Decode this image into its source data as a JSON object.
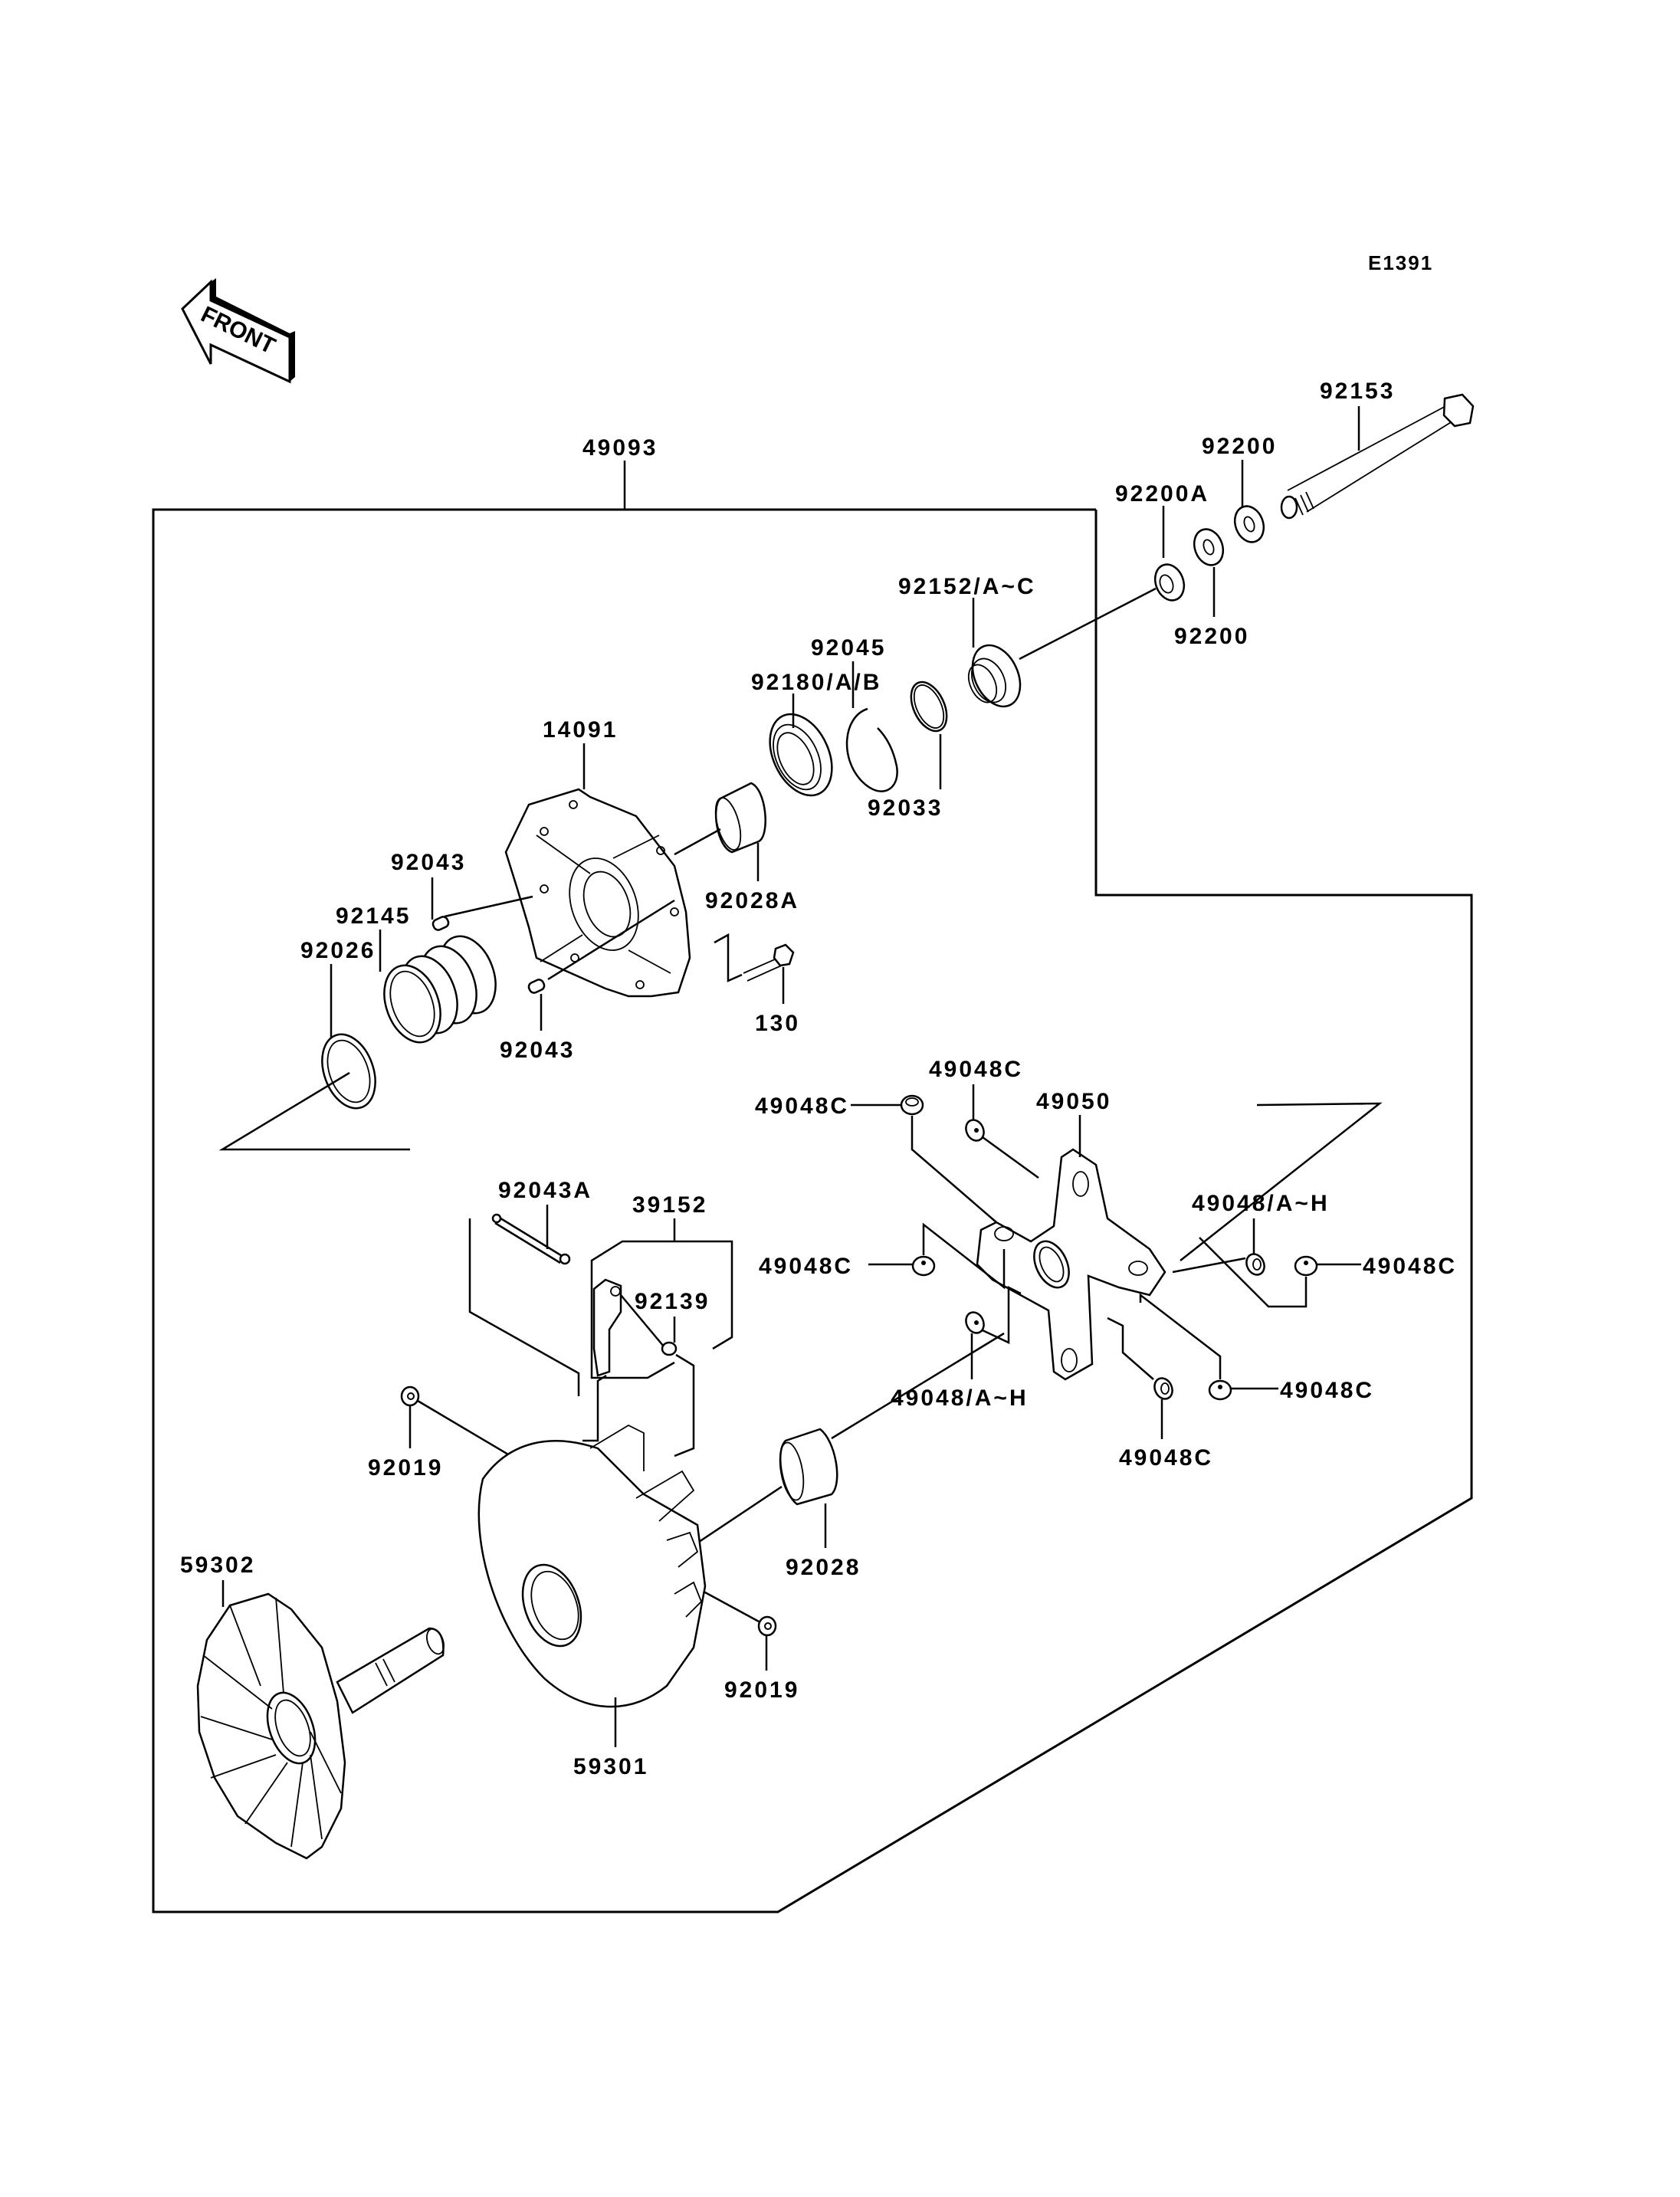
{
  "diagram": {
    "title": "Drive Converter Exploded View",
    "code": "E1391",
    "front_indicator": "FRONT",
    "colors": {
      "line": "#000000",
      "background": "#ffffff"
    },
    "parts": [
      {
        "id": "p49093",
        "number": "49093",
        "desc": "assembly bracket (frame)"
      },
      {
        "id": "p92153",
        "number": "92153",
        "desc": "bolt"
      },
      {
        "id": "p92200_top",
        "number": "92200",
        "desc": "washer"
      },
      {
        "id": "p92200A",
        "number": "92200A",
        "desc": "bushing washer"
      },
      {
        "id": "p92200_bottom",
        "number": "92200",
        "desc": "washer"
      },
      {
        "id": "p92152",
        "number": "92152/A~C",
        "desc": "collar / bushing"
      },
      {
        "id": "p92033",
        "number": "92033",
        "desc": "snap ring"
      },
      {
        "id": "p92045",
        "number": "92045",
        "desc": "bearing"
      },
      {
        "id": "p92180",
        "number": "92180/A/B",
        "desc": "o-ring"
      },
      {
        "id": "p14091",
        "number": "14091",
        "desc": "cover"
      },
      {
        "id": "p92028A",
        "number": "92028A",
        "desc": "bushing"
      },
      {
        "id": "p92043_top",
        "number": "92043",
        "desc": "pin"
      },
      {
        "id": "p92145",
        "number": "92145",
        "desc": "spring"
      },
      {
        "id": "p92026",
        "number": "92026",
        "desc": "spacer ring"
      },
      {
        "id": "p92043_bottom",
        "number": "92043",
        "desc": "pin"
      },
      {
        "id": "p130",
        "number": "130",
        "desc": "bolt"
      },
      {
        "id": "p49048C_a",
        "number": "49048C",
        "desc": "roller"
      },
      {
        "id": "p49048C_b",
        "number": "49048C",
        "desc": "roller"
      },
      {
        "id": "p49050",
        "number": "49050",
        "desc": "spider"
      },
      {
        "id": "p92043A",
        "number": "92043A",
        "desc": "pin"
      },
      {
        "id": "p39152",
        "number": "39152",
        "desc": "arm assembly"
      },
      {
        "id": "p92139",
        "number": "92139",
        "desc": "bushing"
      },
      {
        "id": "p49048AH_right",
        "number": "49048/A~H",
        "desc": "washer"
      },
      {
        "id": "p49048C_c",
        "number": "49048C",
        "desc": "roller"
      },
      {
        "id": "p49048C_d",
        "number": "49048C",
        "desc": "roller"
      },
      {
        "id": "p92019_top",
        "number": "92019",
        "desc": "nut"
      },
      {
        "id": "p49048AH_left",
        "number": "49048/A~H",
        "desc": "washer"
      },
      {
        "id": "p49048C_e",
        "number": "49048C",
        "desc": "roller"
      },
      {
        "id": "p92028",
        "number": "92028",
        "desc": "bushing"
      },
      {
        "id": "p59302",
        "number": "59302",
        "desc": "fan sheave"
      },
      {
        "id": "p49048C_f",
        "number": "49048C",
        "desc": "roller"
      },
      {
        "id": "p92019_bottom",
        "number": "92019",
        "desc": "nut"
      },
      {
        "id": "p59301",
        "number": "59301",
        "desc": "movable sheave"
      }
    ]
  }
}
